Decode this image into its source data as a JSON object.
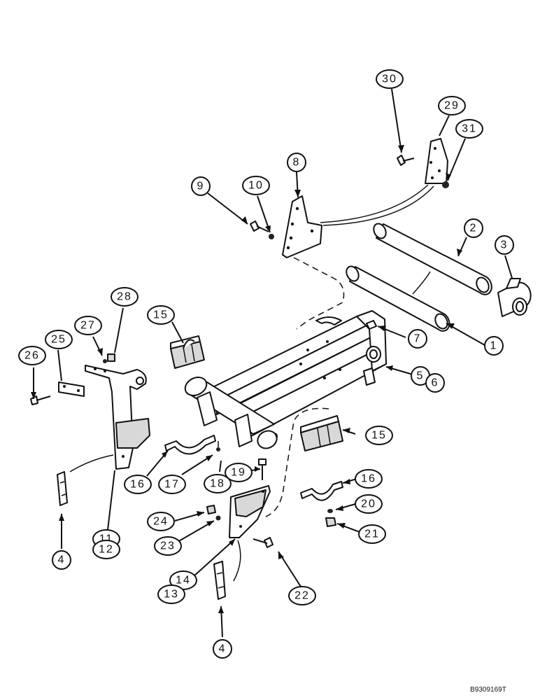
{
  "diagram": {
    "callouts": [
      {
        "id": "c30",
        "label": "30"
      },
      {
        "id": "c29",
        "label": "29"
      },
      {
        "id": "c31",
        "label": "31"
      },
      {
        "id": "c8",
        "label": "8"
      },
      {
        "id": "c9",
        "label": "9"
      },
      {
        "id": "c10",
        "label": "10"
      },
      {
        "id": "c2",
        "label": "2"
      },
      {
        "id": "c3",
        "label": "3"
      },
      {
        "id": "c7",
        "label": "7"
      },
      {
        "id": "c1",
        "label": "1"
      },
      {
        "id": "c5",
        "label": "5"
      },
      {
        "id": "c6",
        "label": "6"
      },
      {
        "id": "c15a",
        "label": "15"
      },
      {
        "id": "c15b",
        "label": "15"
      },
      {
        "id": "c28",
        "label": "28"
      },
      {
        "id": "c27",
        "label": "27"
      },
      {
        "id": "c25",
        "label": "25"
      },
      {
        "id": "c26",
        "label": "26"
      },
      {
        "id": "c16a",
        "label": "16"
      },
      {
        "id": "c17",
        "label": "17"
      },
      {
        "id": "c18",
        "label": "18"
      },
      {
        "id": "c19",
        "label": "19"
      },
      {
        "id": "c16b",
        "label": "16"
      },
      {
        "id": "c20",
        "label": "20"
      },
      {
        "id": "c21",
        "label": "21"
      },
      {
        "id": "c24",
        "label": "24"
      },
      {
        "id": "c23",
        "label": "23"
      },
      {
        "id": "c11",
        "label": "11"
      },
      {
        "id": "c12",
        "label": "12"
      },
      {
        "id": "c14",
        "label": "14"
      },
      {
        "id": "c13",
        "label": "13"
      },
      {
        "id": "c22",
        "label": "22"
      },
      {
        "id": "c4a",
        "label": "4"
      },
      {
        "id": "c4b",
        "label": "4"
      }
    ],
    "drawing_code": "B9309169T"
  }
}
